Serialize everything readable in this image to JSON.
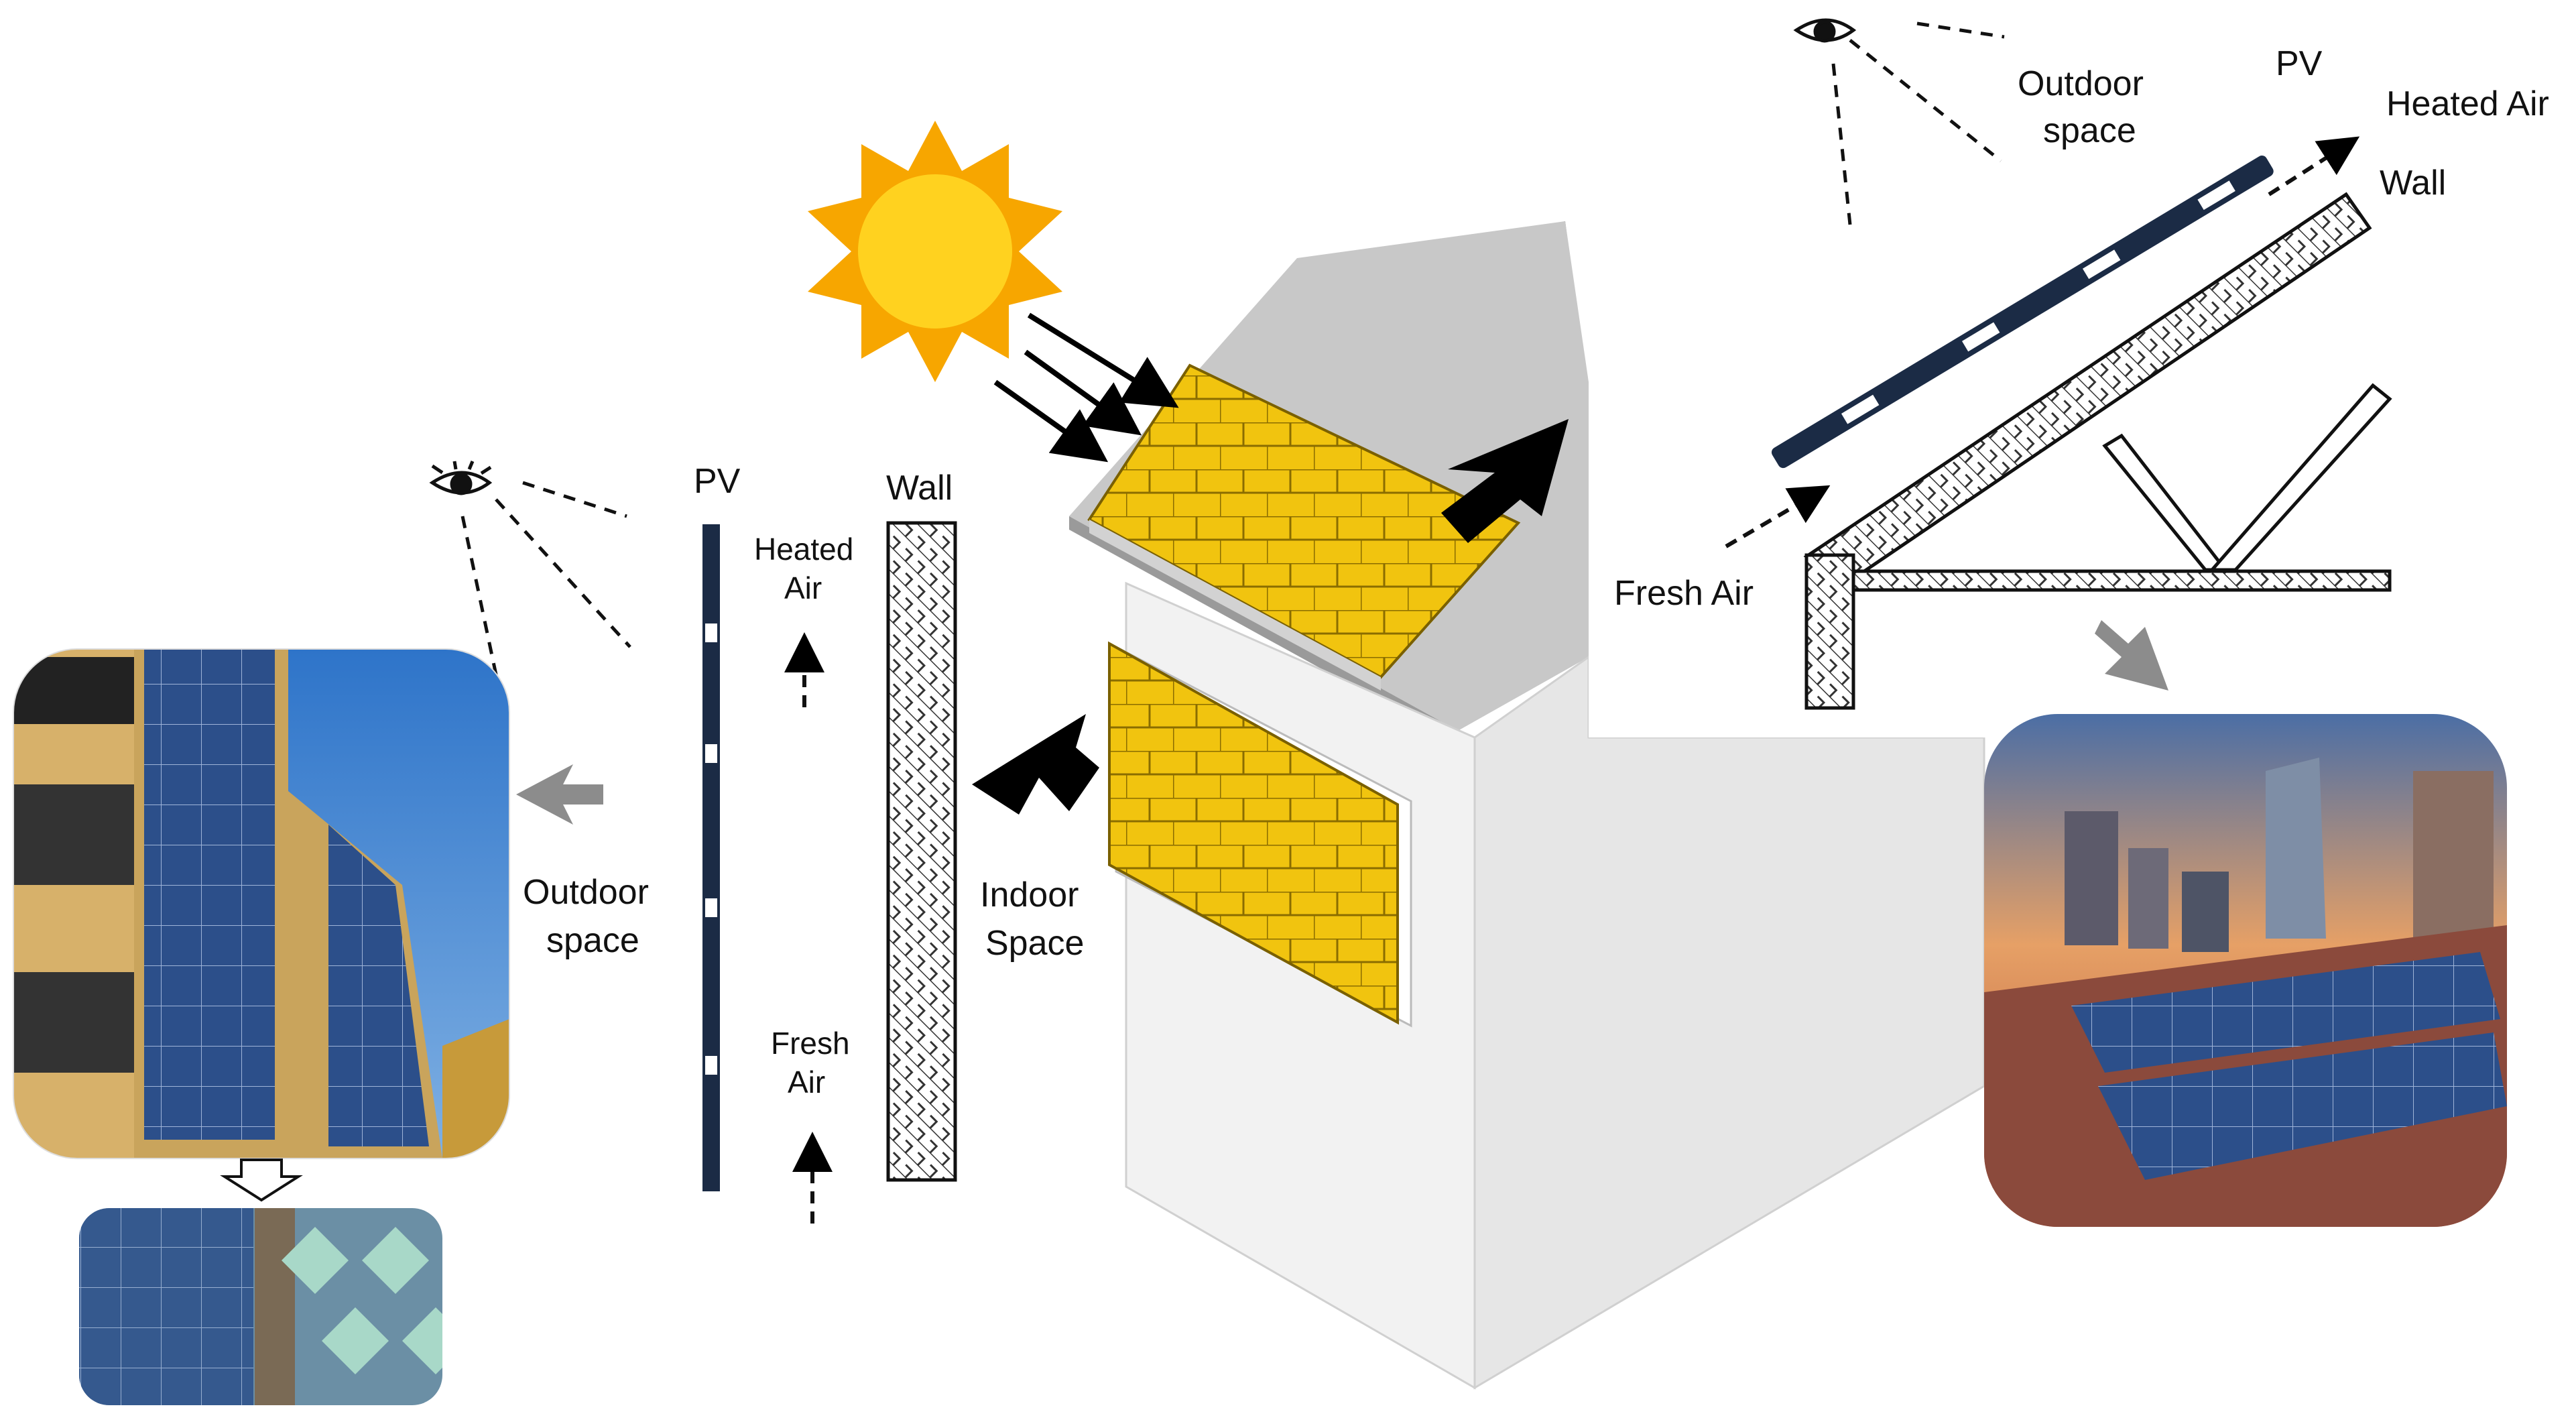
{
  "left_section": {
    "pv_label": "PV",
    "wall_label": "Wall",
    "heated_air": [
      "Heated",
      "Air"
    ],
    "fresh_air": [
      "Fresh",
      "Air"
    ],
    "outdoor_space": [
      "Outdoor",
      "space"
    ],
    "indoor_space": [
      "Indoor",
      "Space"
    ]
  },
  "right_section": {
    "pv_label": "PV",
    "wall_label": "Wall",
    "heated_air": "Heated Air",
    "fresh_air": "Fresh Air",
    "outdoor_space": [
      "Outdoor",
      "space"
    ]
  },
  "colors": {
    "pv_panel": "#1b2b45",
    "solar_module": "#f1c40f",
    "sun_ray": "#f7a600",
    "sun_core": "#ffd21f",
    "house_wall": "#f2f2f2",
    "house_roof": "#cccccc",
    "arrow_black": "#000000",
    "arrow_gray": "#8c8c8c"
  },
  "icons": [
    "sun-icon",
    "eye-icon-left",
    "eye-icon-right"
  ],
  "photos": [
    "bipv-facade-photo",
    "bipv-glass-detail-photo",
    "rooftop-pv-city-photo"
  ]
}
